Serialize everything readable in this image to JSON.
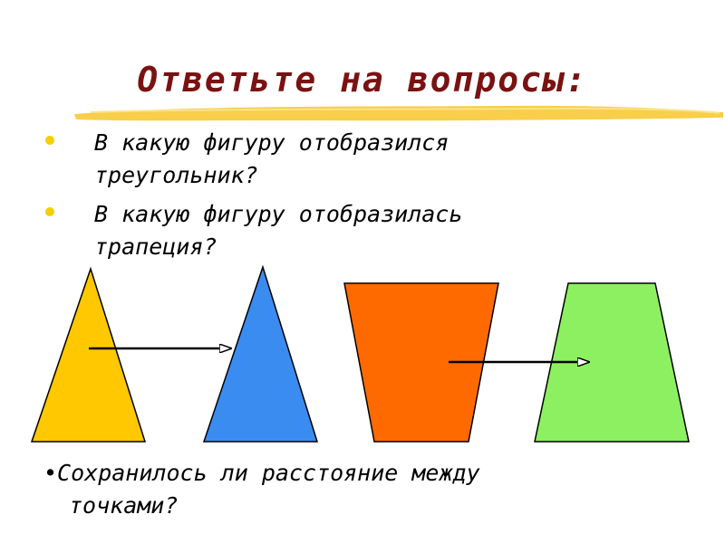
{
  "slide": {
    "title": "Ответьте на вопросы:",
    "questions": [
      {
        "line1": "В какую фигуру отобразился",
        "line2": "треугольник?"
      },
      {
        "line1": "В какую фигуру отобразилась",
        "line2": "трапеция?"
      }
    ],
    "bottom_question": {
      "line1": "•Сохранилось ли расстояние между",
      "line2": "точками?"
    }
  },
  "colors": {
    "title": "#7a1212",
    "bullet": "#f5d000",
    "underline": "#f7c52a",
    "triangle_original": "#ffc800",
    "triangle_image": "#3b8cf0",
    "trapezoid_original": "#ff6a00",
    "trapezoid_image": "#8cf060"
  }
}
